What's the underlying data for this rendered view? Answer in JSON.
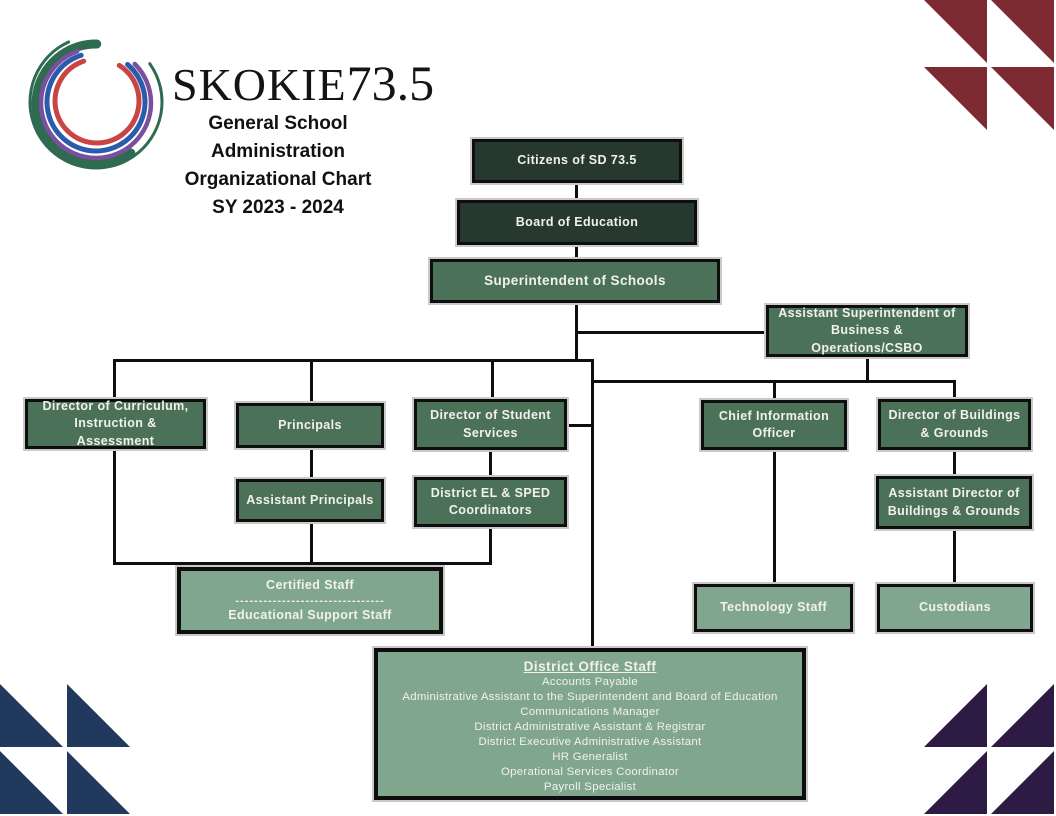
{
  "logo": {
    "brand": "SKOKIE",
    "brand_number": "73.5",
    "title_line1": "General School",
    "title_line2": "Administration",
    "title_line3": "Organizational Chart",
    "title_line4": "SY 2023 - 2024"
  },
  "colors": {
    "dark_box": "#27392e",
    "medium_box": "#4b7259",
    "light_box": "#80a78d",
    "box_text": "#f2f1ec",
    "maroon_triangles": "#7d2a33",
    "navy_triangles": "#21395c",
    "purple_triangles": "#2d1b44",
    "logo_green": "#2e6b50",
    "logo_purple": "#7b4fa0",
    "logo_blue": "#2b5cab",
    "logo_red": "#c94543"
  },
  "org": {
    "citizens": "Citizens of SD 73.5",
    "board": "Board of Education",
    "superintendent": "Superintendent of Schools",
    "asst_superintendent": "Assistant Superintendent of Business & Operations/CSBO",
    "dir_curriculum": "Director of Curriculum, Instruction & Assessment",
    "principals": "Principals",
    "dir_student_services": "Director of Student Services",
    "cio": "Chief Information Officer",
    "dir_buildings": "Director of Buildings & Grounds",
    "asst_principals": "Assistant Principals",
    "el_sped": "District EL & SPED Coordinators",
    "asst_dir_buildings": "Assistant Director of Buildings & Grounds",
    "certified_staff": "Certified Staff",
    "staff_divider": "--------------------------------",
    "support_staff": "Educational Support Staff",
    "technology_staff": "Technology Staff",
    "custodians": "Custodians",
    "district_office": {
      "title": "District Office Staff",
      "items": [
        "Accounts Payable",
        "Administrative Assistant to the Superintendent and Board of Education",
        "Communications Manager",
        "District Administrative Assistant & Registrar",
        "District Executive Administrative Assistant",
        "HR Generalist",
        "Operational Services Coordinator",
        "Payroll Specialist"
      ]
    }
  }
}
